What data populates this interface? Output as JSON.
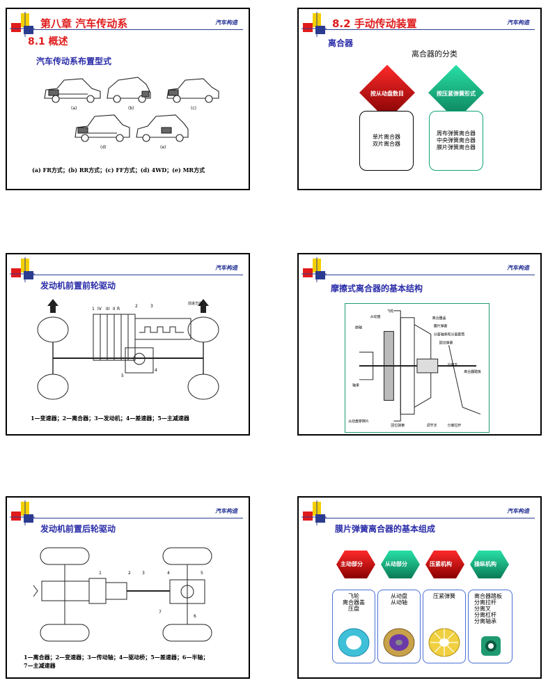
{
  "brand": "汽车构造",
  "slide1": {
    "chapter": "第八章 汽车传动系",
    "section": "8.1 概述",
    "heading": "汽车传动系布置型式",
    "labels": [
      "(a)",
      "(b)",
      "(c)",
      "(d)",
      "(e)"
    ],
    "caption": "(a) FR方式；(b) RR方式；(c) FF方式；(d) 4WD；(e) MR方式"
  },
  "slide2": {
    "section": "8.2 手动传动装置",
    "heading": "离合器",
    "subheading": "离合器的分类",
    "left_diamond": "按从动盘数目",
    "left_box": [
      "单片离合器",
      "双片离合器"
    ],
    "right_diamond": "按压紧弹簧形式",
    "right_box": [
      "周布弹簧离合器",
      "中央弹簧离合器",
      "膜片弹簧离合器"
    ]
  },
  "slide3": {
    "heading": "发动机前置前轮驱动",
    "caption": "1—变速器；2—离合器；3—发动机；4—差速器；5—主减速器",
    "diagram_labels": [
      "1",
      "IV",
      "III",
      "II",
      "R",
      "2",
      "3",
      "4",
      "5",
      "前进方向"
    ]
  },
  "slide4": {
    "heading": "摩擦式离合器的基本结构",
    "diagram_labels": [
      "飞轮",
      "从动盘",
      "曲轴",
      "离合器盖",
      "膜片弹簧",
      "分离轴承和分离套筒",
      "回位弹簧",
      "分离叉",
      "离合器踏板",
      "轴承",
      "从动盘摩擦片",
      "回位弹簧",
      "调节叉",
      "分离拉杆"
    ]
  },
  "slide5": {
    "heading": "发动机前置后轮驱动",
    "caption_line1": "1—离合器；2—变速器；3—传动轴；4—驱动桥；5—差速器；6—半轴；",
    "caption_line2": "7—主减速器",
    "diagram_labels": [
      "1",
      "2",
      "3",
      "4",
      "5",
      "6",
      "7"
    ]
  },
  "slide6": {
    "heading": "膜片弹簧离合器的基本组成",
    "parts": [
      {
        "label": "主动部分",
        "items": [
          "飞轮",
          "离合器盖",
          "压盘"
        ],
        "color": "#c8102e"
      },
      {
        "label": "从动部分",
        "items": [
          "从动盘",
          "从动轴"
        ],
        "color": "#10a37a"
      },
      {
        "label": "压紧机构",
        "items": [
          "压紧弹簧"
        ],
        "color": "#c8102e"
      },
      {
        "label": "操纵机构",
        "items": [
          "离合器踏板",
          "分离拉杆",
          "分离叉",
          "分离杠杆",
          "分离轴承"
        ],
        "color": "#10a37a"
      }
    ]
  }
}
